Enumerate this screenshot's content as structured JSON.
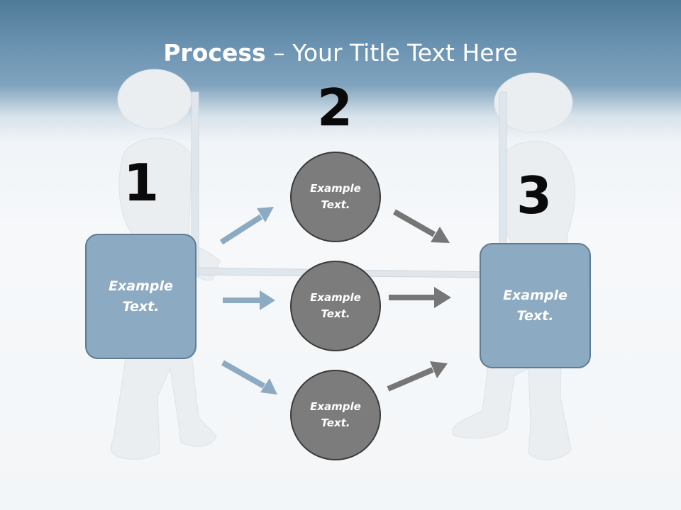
{
  "title": {
    "bold": "Process",
    "rest": " – Your Title Text Here"
  },
  "steps": [
    {
      "number": "1"
    },
    {
      "number": "2"
    },
    {
      "number": "3"
    }
  ],
  "boxes": [
    {
      "text": "Example\nText."
    },
    {
      "text": "Example\nText."
    }
  ],
  "circles": [
    {
      "text": "Example\nText."
    },
    {
      "text": "Example\nText."
    },
    {
      "text": "Example\nText."
    }
  ],
  "colors": {
    "header": "#6d95b3",
    "box_fill": "#8daac3",
    "circle_fill": "#7c7c7c",
    "arrow_blue": "#8daac3",
    "arrow_gray": "#767676"
  }
}
